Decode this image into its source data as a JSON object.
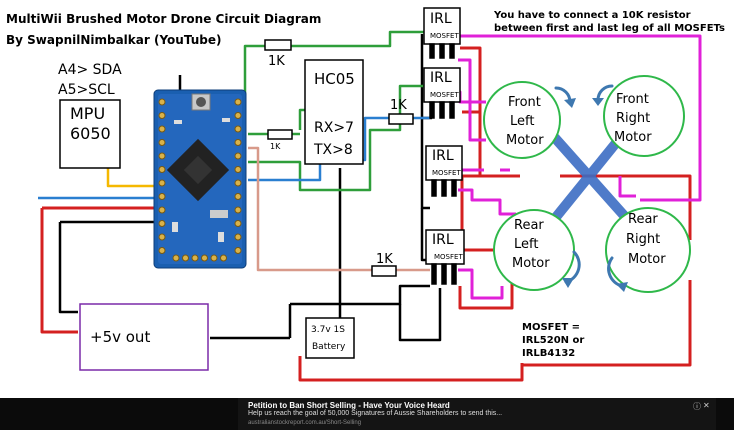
{
  "header": {
    "title": "MultiWii Brushed Motor Drone Circuit Diagram",
    "byline": "By SwapnilNimbalkar (YouTube)"
  },
  "note": {
    "line1": "You have to connect a 10K resistor",
    "line2": "between first and last leg of all MOSFETs"
  },
  "pins": {
    "line1": "A4> SDA",
    "line2": "A5>SCL"
  },
  "mpu": {
    "line1": "MPU",
    "line2": "6050"
  },
  "hc05": {
    "name": "HC05",
    "rx": "RX>7",
    "tx": "TX>8"
  },
  "resistors": {
    "top": "1K",
    "mid": "1K",
    "small": "1K",
    "bottom": "1K"
  },
  "mosfet": {
    "name": "IRL",
    "sub": "MOSFET"
  },
  "motors": {
    "front_left": {
      "line1": "Front",
      "line2": "Left",
      "line3": "Motor"
    },
    "front_right": {
      "line1": "Front",
      "line2": "Right",
      "line3": "Motor"
    },
    "rear_left": {
      "line1": "Rear",
      "line2": "Left",
      "line3": "Motor"
    },
    "rear_right": {
      "line1": "Rear",
      "line2": "Right",
      "line3": "Motor"
    }
  },
  "power": {
    "out_label": "+5v out",
    "battery_line1": "3.7v 1S",
    "battery_line2": "Battery"
  },
  "mosfet_note": {
    "line1": "MOSFET =",
    "line2": "IRL520N or",
    "line3": "IRLB4132"
  },
  "ad": {
    "title": "Petition to Ban Short Selling - Have Your Voice Heard",
    "text": "Help us reach the goal of 50,000 Signatures of Aussie Shareholders to send this...",
    "url": "australianstockreport.com.au/Short-Selling",
    "info_icon": "ⓘ",
    "close_icon": "✕"
  },
  "colors": {
    "green": "#2e9e3a",
    "red": "#d42020",
    "magenta": "#e021d8",
    "blue": "#2a7fd0",
    "yellow": "#f5b800",
    "black": "#000000",
    "salmon": "#d89a8a",
    "motor_border": "#2fb84a",
    "board": "#1a5fb0",
    "cross": "#3c6dc4"
  }
}
